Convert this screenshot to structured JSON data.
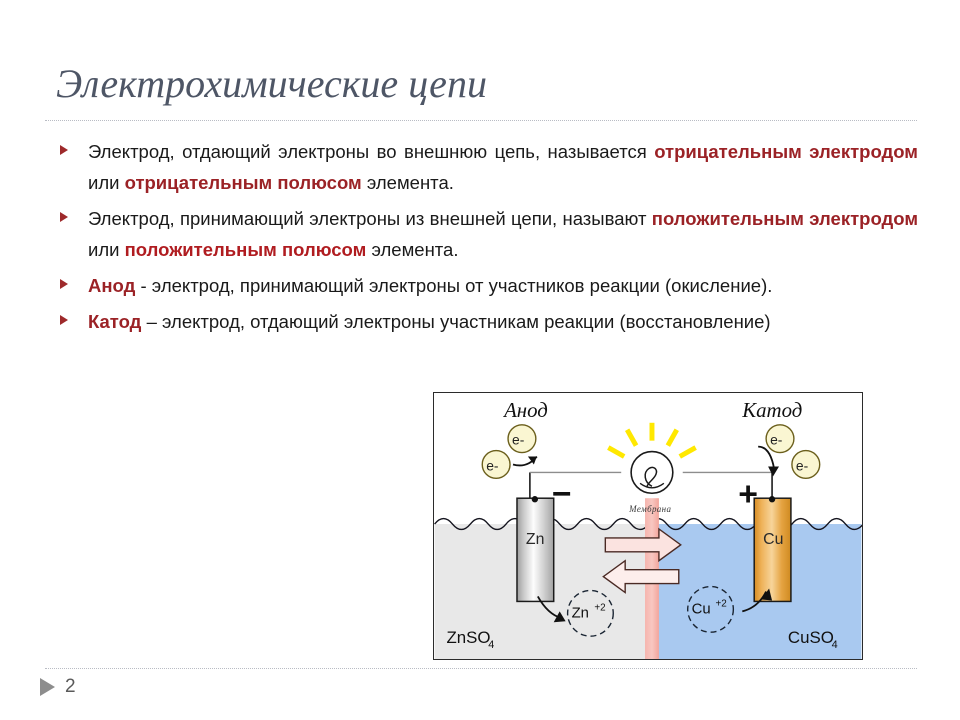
{
  "slide": {
    "title": "Электрохимические цепи",
    "page_number": "2"
  },
  "bullets": [
    {
      "parts": [
        {
          "text": "Электрод, отдающий электроны во внешнюю цепь, называется ",
          "style": "normal"
        },
        {
          "text": "отрицательным электродом",
          "style": "kw"
        },
        {
          "text": " или ",
          "style": "normal"
        },
        {
          "text": "отрицательным полюсом",
          "style": "kw"
        },
        {
          "text": " элемента.",
          "style": "normal"
        }
      ]
    },
    {
      "parts": [
        {
          "text": "Электрод, принимающий электроны из внешней цепи, называют ",
          "style": "normal"
        },
        {
          "text": "положительным электродом",
          "style": "kw"
        },
        {
          "text": " или ",
          "style": "normal"
        },
        {
          "text": "положительным полюсом",
          "style": "kw2"
        },
        {
          "text": " элемента.",
          "style": "normal"
        }
      ]
    },
    {
      "parts": [
        {
          "text": "Анод",
          "style": "kw"
        },
        {
          "text": " - электрод, принимающий электроны от участников реакции (окисление).",
          "style": "normal"
        }
      ]
    },
    {
      "parts": [
        {
          "text": "Катод",
          "style": "kw"
        },
        {
          "text": " – электрод, отдающий электроны участникам реакции (восстановление)",
          "style": "normal"
        }
      ]
    }
  ],
  "figure": {
    "labels": {
      "anode": "Анод",
      "cathode": "Катод",
      "membrane": "Мембрана",
      "minus": "−",
      "plus": "+",
      "electron": "e-",
      "zinc_electrode": "Zn",
      "copper_electrode": "Cu",
      "zinc_ion": "Zn",
      "zinc_ion_charge": "+2",
      "copper_ion": "Cu",
      "copper_ion_charge": "+2",
      "zinc_sulfate": "ZnSO",
      "zinc_sulfate_sub": "4",
      "copper_sulfate": "CuSO",
      "copper_sulfate_sub": "4"
    },
    "colors": {
      "zinc_solution": "#e8e8e8",
      "copper_solution": "#a9c9f0",
      "membrane": "#f4a9a4",
      "electron_fill": "#faf6d2",
      "bulb_rays": "#ffe800",
      "copper_electrode": "#e8a33d",
      "zinc_electrode": "#b6b6b6",
      "arrow_fill": "#fbe3e0"
    }
  },
  "theme": {
    "title_color": "#4e5666",
    "keyword_color": "#9b2226",
    "keyword_alt_color": "#b01c20",
    "bullet_marker_color": "#9e2a2b",
    "rule_color": "#b9bcc4",
    "page_number_color": "#5a5a5a"
  }
}
